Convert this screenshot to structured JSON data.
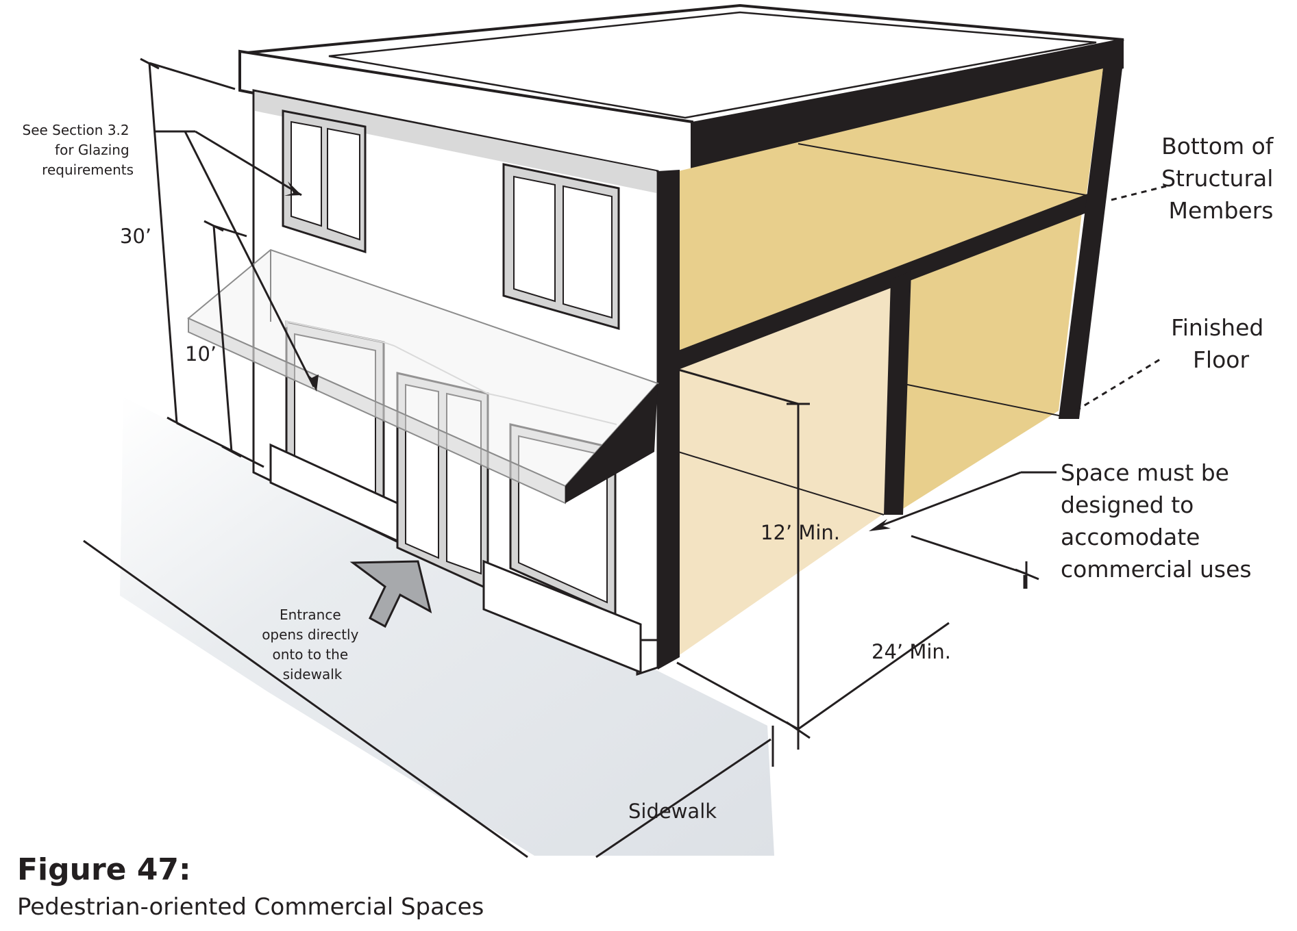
{
  "labels": {
    "glazing": [
      "See Section 3.2",
      "for Glazing",
      "requirements"
    ],
    "height_30": "30’",
    "height_10": "10’",
    "structural": [
      "Bottom of",
      "Structural",
      "Members"
    ],
    "finished_floor": [
      "Finished",
      "Floor"
    ],
    "min_12": "12’ Min.",
    "space_uses": [
      "Space must be",
      "designed to",
      "accomodate",
      "commercial uses"
    ],
    "min_24": "24’ Min.",
    "entrance": [
      "Entrance",
      "opens directly",
      "onto to the",
      "sidewalk"
    ],
    "sidewalk": "Sidewalk"
  },
  "figure": {
    "title": "Figure 47:",
    "subtitle": "Pedestrian-oriented Commercial Spaces"
  },
  "colors": {
    "ink": "#231f20",
    "tan_upper": "#e8cf8c",
    "tan_lower": "#f0dcaa",
    "tan_floor": "#f3e3c2",
    "sidewalk": "#e9ecef",
    "glass": "#d4d4d4",
    "arrow": "#a7a9ac"
  }
}
